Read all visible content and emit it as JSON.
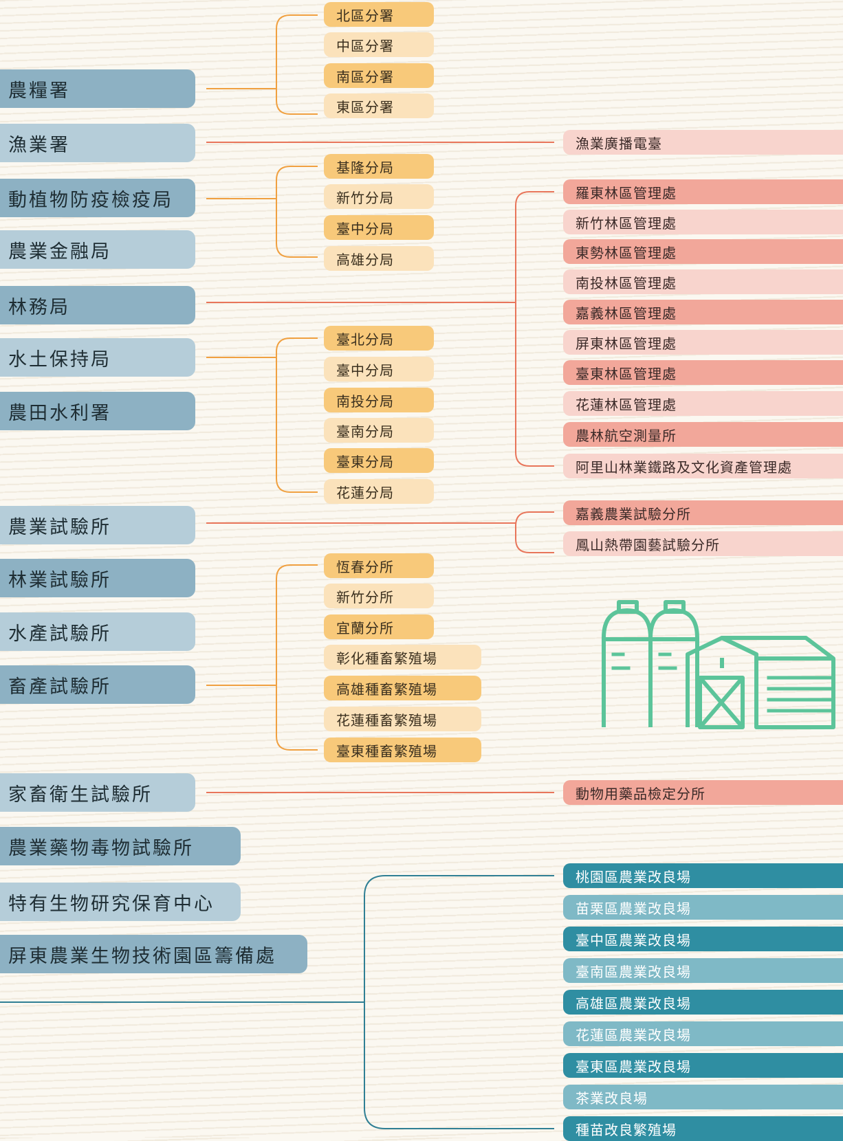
{
  "colors": {
    "main_dark": "#8db1c3",
    "main_light": "#b5cdd9",
    "orange_line": "#f0a040",
    "salmon_line": "#e8755a",
    "teal_line": "#2f7f94",
    "orange_box": "#f8c97a",
    "orange_box_light": "#fbe2bb",
    "pink_box": "#f2a79a",
    "pink_box_light": "#f8d4cd",
    "teal_box": "#2f8ea2",
    "teal_box_light": "#7fb9c6",
    "icon": "#5cc49a"
  },
  "main_units": [
    "農糧署",
    "漁業署",
    "動植物防疫檢疫局",
    "農業金融局",
    "林務局",
    "水土保持局",
    "農田水利署",
    "農業試驗所",
    "林業試驗所",
    "水產試驗所",
    "畜產試驗所",
    "家畜衛生試驗所",
    "農業藥物毒物試驗所",
    "特有生物研究保育中心",
    "屏東農業生物技術園區籌備處"
  ],
  "branches": {
    "agri_food": [
      "北區分署",
      "中區分署",
      "南區分署",
      "東區分署"
    ],
    "fisheries": [
      "漁業廣播電臺"
    ],
    "quarantine": [
      "基隆分局",
      "新竹分局",
      "臺中分局",
      "高雄分局"
    ],
    "forestry": [
      "羅東林區管理處",
      "新竹林區管理處",
      "東勢林區管理處",
      "南投林區管理處",
      "嘉義林區管理處",
      "屏東林區管理處",
      "臺東林區管理處",
      "花蓮林區管理處",
      "農林航空測量所",
      "阿里山林業鐵路及文化資產管理處"
    ],
    "soil_water": [
      "臺北分局",
      "臺中分局",
      "南投分局",
      "臺南分局",
      "臺東分局",
      "花蓮分局"
    ],
    "agri_research": [
      "嘉義農業試驗分所",
      "鳳山熱帶園藝試驗分所"
    ],
    "livestock_research": [
      "恆春分所",
      "新竹分所",
      "宜蘭分所",
      "彰化種畜繁殖場",
      "高雄種畜繁殖場",
      "花蓮種畜繁殖場",
      "臺東種畜繁殖場"
    ],
    "animal_health": [
      "動物用藥品檢定分所"
    ],
    "district_improvement": [
      "桃園區農業改良場",
      "苗栗區農業改良場",
      "臺中區農業改良場",
      "臺南區農業改良場",
      "高雄區農業改良場",
      "花蓮區農業改良場",
      "臺東區農業改良場",
      "茶業改良場",
      "種苗改良繁殖場"
    ]
  }
}
